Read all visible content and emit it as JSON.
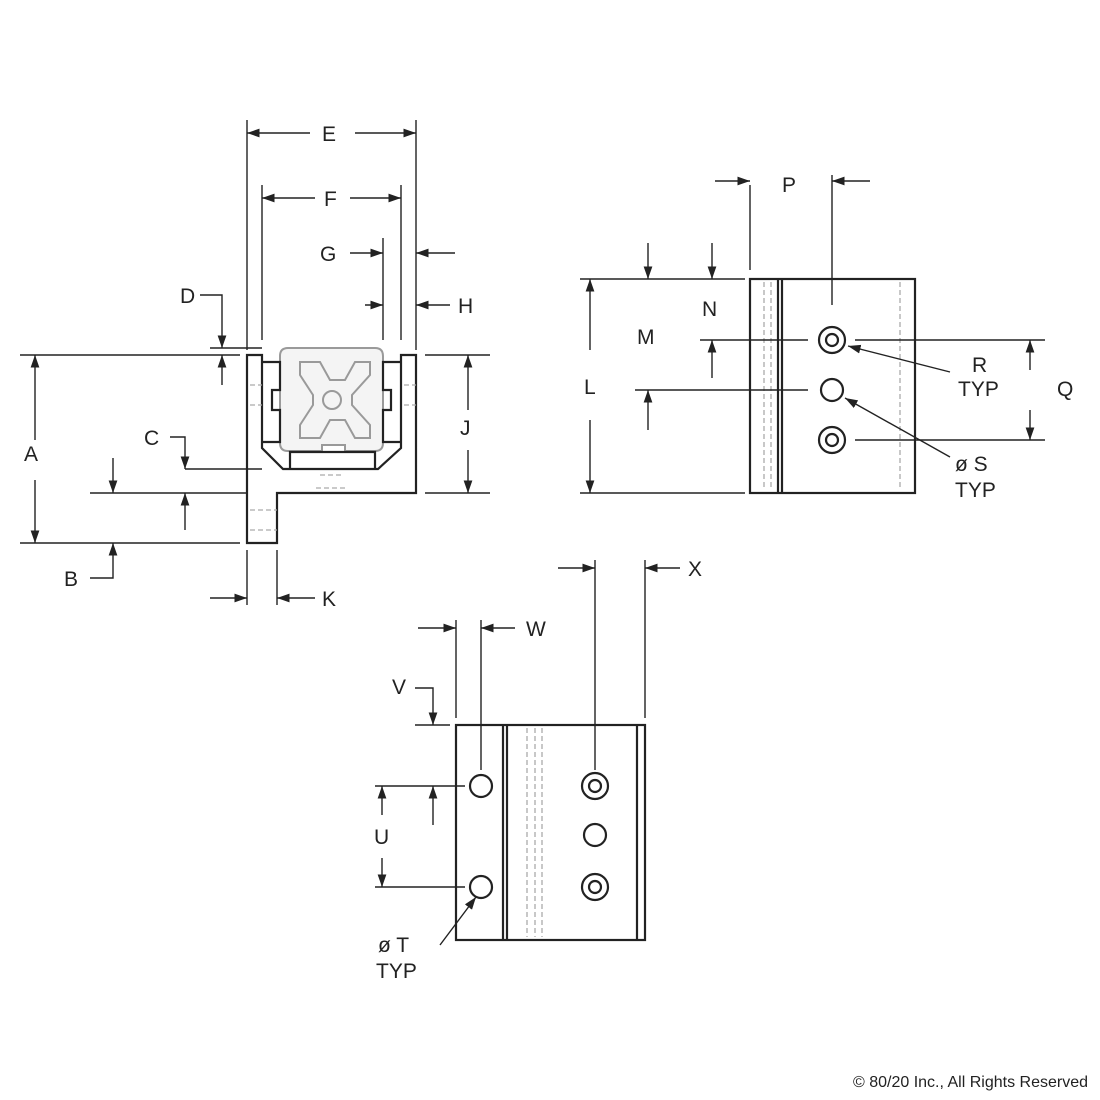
{
  "labels": {
    "A": "A",
    "B": "B",
    "C": "C",
    "D": "D",
    "E": "E",
    "F": "F",
    "G": "G",
    "H": "H",
    "J": "J",
    "K": "K",
    "L": "L",
    "M": "M",
    "N": "N",
    "P": "P",
    "Q": "Q",
    "R": "R",
    "S": "ø S",
    "T": "ø T",
    "U": "U",
    "V": "V",
    "W": "W",
    "X": "X",
    "typ": "TYP"
  },
  "copyright": "© 80/20 Inc., All Rights Reserved"
}
